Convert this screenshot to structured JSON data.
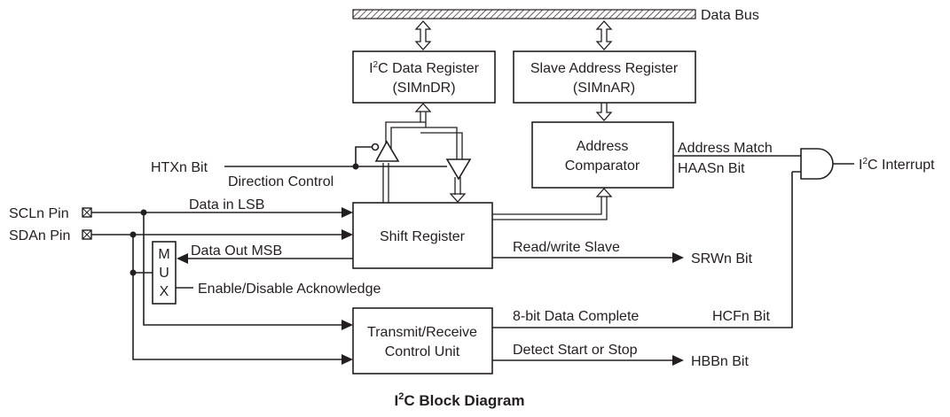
{
  "diagram": {
    "title_prefix": "I",
    "title_sup": "2",
    "title_rest": "C Block Diagram",
    "data_bus": "Data Bus",
    "blocks": {
      "data_register": {
        "line1_prefix": "I",
        "line1_sup": "2",
        "line1_rest": "C Data Register",
        "line2": "(SIMnDR)"
      },
      "slave_address_register": {
        "line1": "Slave Address Register",
        "line2": "(SIMnAR)"
      },
      "address_comparator": {
        "line1": "Address",
        "line2": "Comparator"
      },
      "shift_register": {
        "line1": "Shift Register"
      },
      "control_unit": {
        "line1": "Transmit/Receive",
        "line2": "Control Unit"
      },
      "mux": {
        "letters": [
          "M",
          "U",
          "X"
        ]
      }
    },
    "pins": {
      "htx": "HTXn Bit",
      "scl": "SCLn Pin",
      "sda": "SDAn Pin"
    },
    "signals": {
      "direction_control": "Direction Control",
      "data_in": "Data in LSB",
      "data_out": "Data Out MSB",
      "enable_disable_ack": "Enable/Disable Acknowledge",
      "address_match": "Address Match",
      "haas": "HAASn Bit",
      "read_write_slave": "Read/write Slave",
      "srw": "SRWn Bit",
      "data_complete": "8-bit Data Complete",
      "hcf": "HCFn Bit",
      "detect_start_stop": "Detect Start or Stop",
      "hbb": "HBBn Bit",
      "interrupt_prefix": "I",
      "interrupt_sup": "2",
      "interrupt_rest": "C Interrupt"
    }
  }
}
